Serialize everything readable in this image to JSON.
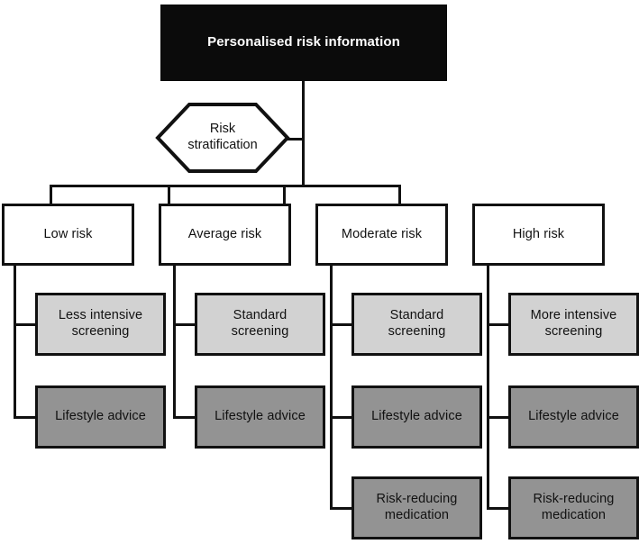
{
  "diagram": {
    "title_node": {
      "label": "Personalised risk information",
      "fill": "#0b0b0b",
      "text_color": "#ffffff"
    },
    "decision_node": {
      "label_line1": "Risk",
      "label_line2": "stratification",
      "shape": "hexagon",
      "fill": "#ffffff"
    },
    "risk_levels": [
      {
        "label": "Low risk"
      },
      {
        "label": "Average risk"
      },
      {
        "label": "Moderate  risk"
      },
      {
        "label": "High risk"
      }
    ],
    "actions": {
      "low_risk": [
        {
          "label_line1": "Less intensive",
          "label_line2": "screening",
          "fill": "#d2d2d2"
        },
        {
          "label_line1": "Lifestyle advice",
          "label_line2": "",
          "fill": "#939393"
        }
      ],
      "average_risk": [
        {
          "label_line1": "Standard screening",
          "label_line2": "",
          "fill": "#d2d2d2"
        },
        {
          "label_line1": "Lifestyle advice",
          "label_line2": "",
          "fill": "#939393"
        }
      ],
      "moderate_risk": [
        {
          "label_line1": "Standard screening",
          "label_line2": "",
          "fill": "#d2d2d2"
        },
        {
          "label_line1": "Lifestyle advice",
          "label_line2": "",
          "fill": "#939393"
        },
        {
          "label_line1": "Risk-reducing",
          "label_line2": "medication",
          "fill": "#939393"
        }
      ],
      "high_risk": [
        {
          "label_line1": "More intensive",
          "label_line2": "screening",
          "fill": "#d2d2d2"
        },
        {
          "label_line1": "Lifestyle advice",
          "label_line2": "",
          "fill": "#939393"
        },
        {
          "label_line1": "Risk-reducing",
          "label_line2": "medication",
          "fill": "#939393"
        }
      ]
    },
    "palette": {
      "line": "#111111",
      "light_gray": "#d2d2d2",
      "dark_gray": "#939393",
      "black": "#0b0b0b",
      "white": "#ffffff"
    }
  }
}
